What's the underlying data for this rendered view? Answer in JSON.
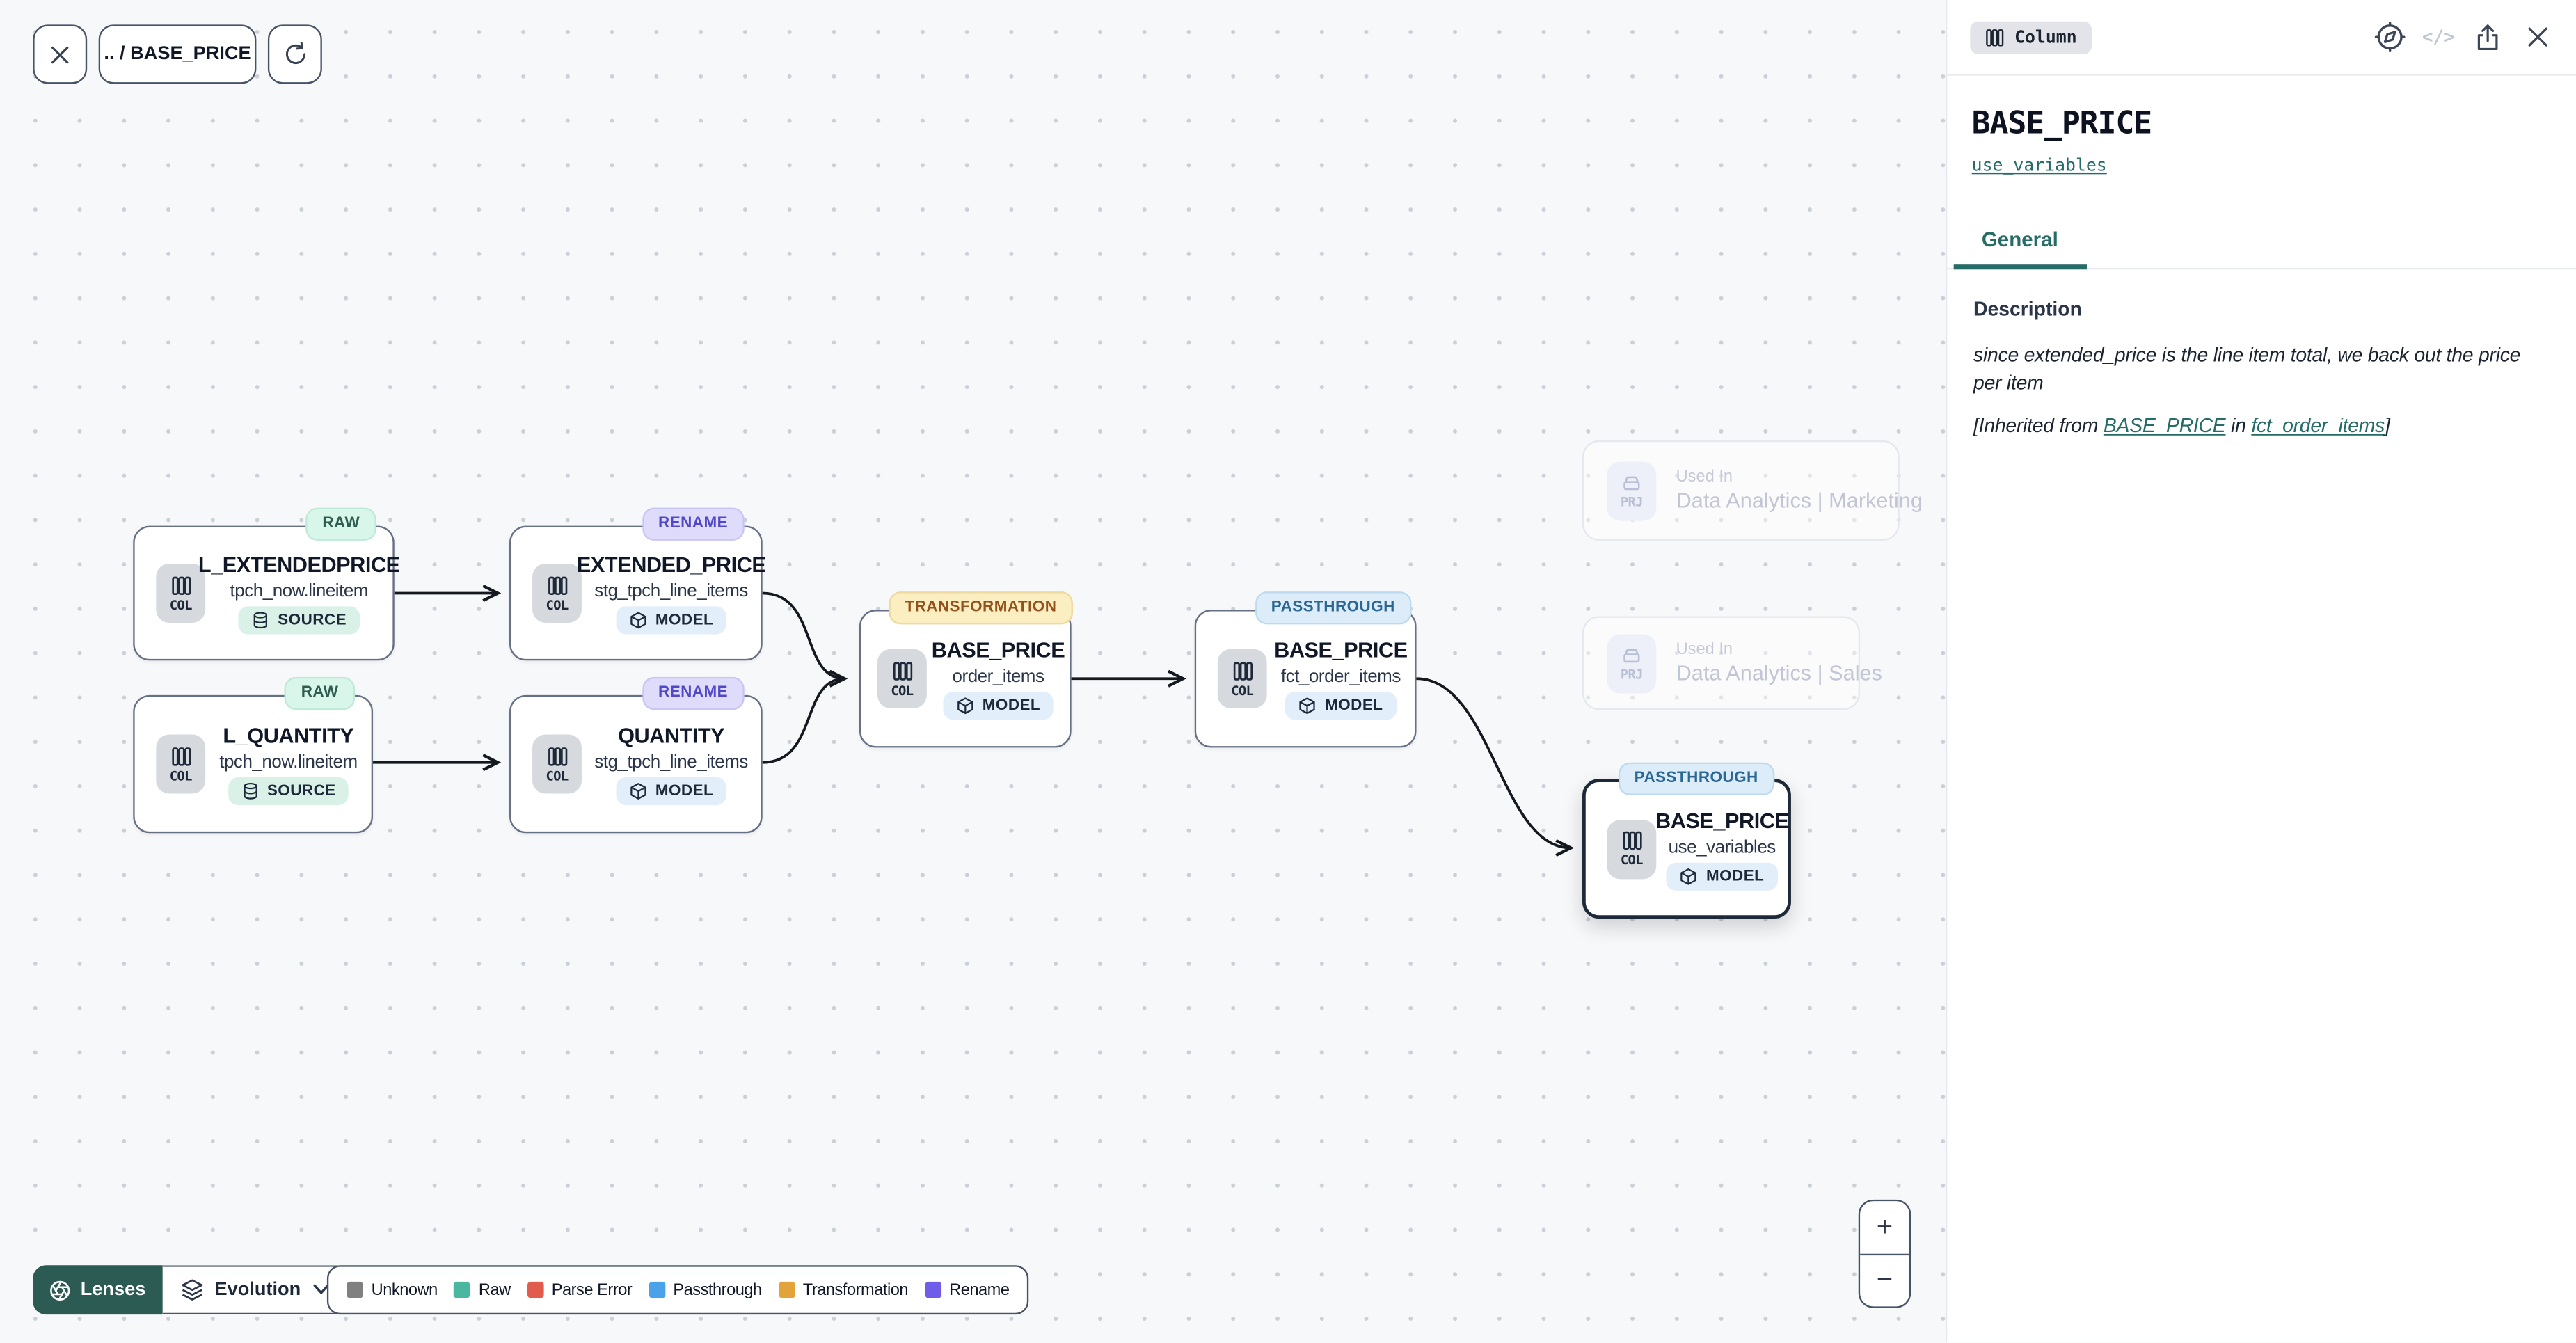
{
  "toolbar": {
    "breadcrumb": ".. / BASE_PRICE"
  },
  "panel": {
    "type_badge": "Column",
    "title": "BASE_PRICE",
    "model_link": "use_variables",
    "tabs": [
      {
        "label": "General",
        "active": true
      }
    ],
    "description": {
      "heading": "Description",
      "body": "since extended_price is the line item total, we back out the price per item",
      "inherited": {
        "prefix": "[Inherited from ",
        "link_column": "BASE_PRICE",
        "infix": " in ",
        "link_model": "fct_order_items",
        "suffix": "]"
      }
    },
    "icons": [
      "compass-icon",
      "code-icon",
      "share-icon",
      "close-icon"
    ],
    "code_icon_glyph": "</>"
  },
  "nodes": [
    {
      "badge": "RAW",
      "title": "L_EXTENDEDPRICE",
      "subtitle": "tpch_now.lineitem",
      "chip": "COL",
      "tag": "SOURCE",
      "selected": false
    },
    {
      "badge": "RENAME",
      "title": "EXTENDED_PRICE",
      "subtitle": "stg_tpch_line_items",
      "chip": "COL",
      "tag": "MODEL",
      "selected": false
    },
    {
      "badge": "RAW",
      "title": "L_QUANTITY",
      "subtitle": "tpch_now.lineitem",
      "chip": "COL",
      "tag": "SOURCE",
      "selected": false
    },
    {
      "badge": "RENAME",
      "title": "QUANTITY",
      "subtitle": "stg_tpch_line_items",
      "chip": "COL",
      "tag": "MODEL",
      "selected": false
    },
    {
      "badge": "TRANSFORMATION",
      "title": "BASE_PRICE",
      "subtitle": "order_items",
      "chip": "COL",
      "tag": "MODEL",
      "selected": false
    },
    {
      "badge": "PASSTHROUGH",
      "title": "BASE_PRICE",
      "subtitle": "fct_order_items",
      "chip": "COL",
      "tag": "MODEL",
      "selected": false
    },
    {
      "badge": "PASSTHROUGH",
      "title": "BASE_PRICE",
      "subtitle": "use_variables",
      "chip": "COL",
      "tag": "MODEL",
      "selected": true
    }
  ],
  "project_nodes": [
    {
      "chip": "PRJ",
      "label": "Used In",
      "name": "Data Analytics | Marketing"
    },
    {
      "chip": "PRJ",
      "label": "Used In",
      "name": "Data Analytics | Sales"
    }
  ],
  "lenses": {
    "button_label": "Lenses",
    "mode_label": "Evolution",
    "button_color": "#2b5b52"
  },
  "legend": {
    "items": [
      {
        "label": "Unknown",
        "color": "#808080"
      },
      {
        "label": "Raw",
        "color": "#4cb7a0"
      },
      {
        "label": "Parse Error",
        "color": "#e25c4e"
      },
      {
        "label": "Passthrough",
        "color": "#4aa3e8"
      },
      {
        "label": "Transformation",
        "color": "#e3a33b"
      },
      {
        "label": "Rename",
        "color": "#6f5de8"
      }
    ]
  },
  "zoom_controls": {
    "zoom_in": "+",
    "zoom_out": "−"
  },
  "accent_colors": {
    "teal_link": "#256b66",
    "raw_badge_bg": "#d8f6e9",
    "rename_badge_bg": "#dedcfa",
    "transformation_badge_bg": "#fbeec0",
    "passthrough_badge_bg": "#dcecf9"
  }
}
